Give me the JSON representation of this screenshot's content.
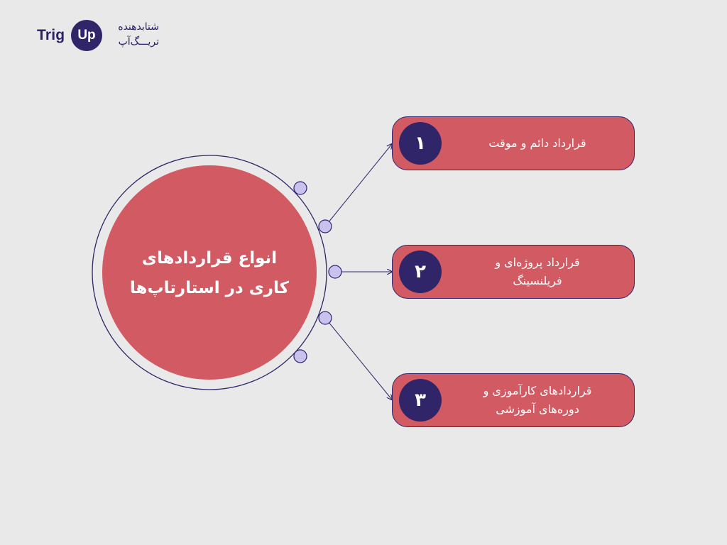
{
  "logo": {
    "trig": "Trig",
    "up": "Up",
    "fa_line1": "شتابدهنده",
    "fa_line2": "تریـــگ‌آپ"
  },
  "center": {
    "title_line1": "انواع قراردادهای",
    "title_line2": "کاری در استارتاپ‌ها"
  },
  "items": [
    {
      "number": "۱",
      "line1": "قرارداد دائم و موقت",
      "line2": ""
    },
    {
      "number": "۲",
      "line1": "قرارداد پروژه‌ای و",
      "line2": "فریلنسینگ"
    },
    {
      "number": "۳",
      "line1": "قراردادهای کارآموزی و",
      "line2": "دوره‌های آموزشی"
    }
  ],
  "colors": {
    "background": "#e9e9e9",
    "coral": "#d25a63",
    "navy": "#2f2568",
    "node_fill": "#c9c2ee"
  }
}
